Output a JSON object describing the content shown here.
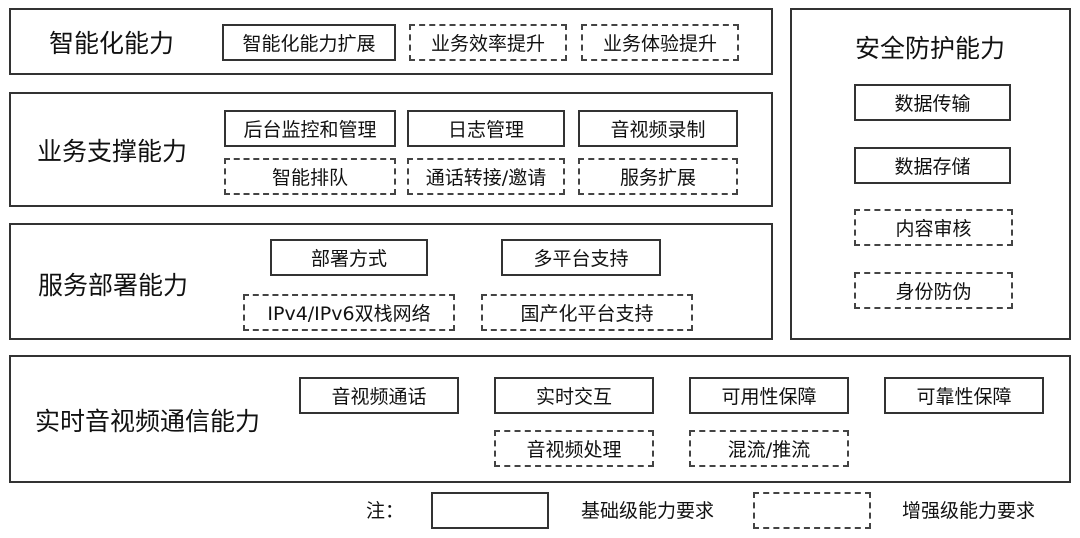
{
  "layers": {
    "intelligence": {
      "title": "智能化能力",
      "items": [
        "智能化能力扩展",
        "业务效率提升",
        "业务体验提升"
      ]
    },
    "business_support": {
      "title": "业务支撑能力",
      "items": [
        "后台监控和管理",
        "日志管理",
        "音视频录制",
        "智能排队",
        "通话转接/邀请",
        "服务扩展"
      ]
    },
    "deployment": {
      "title": "服务部署能力",
      "items": [
        "部署方式",
        "多平台支持",
        "IPv4/IPv6双栈网络",
        "国产化平台支持"
      ]
    },
    "security": {
      "title": "安全防护能力",
      "items": [
        "数据传输",
        "数据存储",
        "内容审核",
        "身份防伪"
      ]
    },
    "realtime": {
      "title": "实时音视频通信能力",
      "items": [
        "音视频通话",
        "实时交互",
        "可用性保障",
        "可靠性保障",
        "音视频处理",
        "混流/推流"
      ]
    }
  },
  "legend": {
    "note": "注：",
    "basic": "基础级能力要求",
    "enhanced": "增强级能力要求"
  }
}
